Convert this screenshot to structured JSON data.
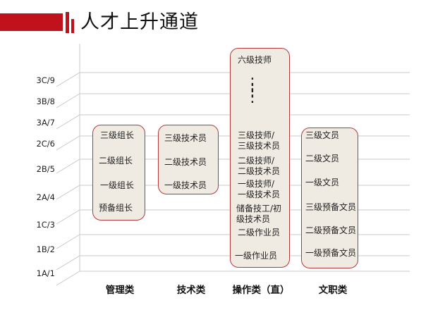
{
  "title": "人才上升通道",
  "levels": [
    "3C/9",
    "3B/8",
    "3A/7",
    "2C/6",
    "2B/5",
    "2A/4",
    "1C/3",
    "1B/2",
    "1A/1"
  ],
  "categories": [
    "管理类",
    "技术类",
    "操作类（直）",
    "文职类"
  ],
  "columns": {
    "management": [
      "三级组长",
      "二级组长",
      "一级组长",
      "预备组长"
    ],
    "technical": [
      "三级技术员",
      "二级技术员",
      "一级技术员"
    ],
    "operation": {
      "top": "六级技师",
      "ellipsis": "⋮",
      "items": [
        "三级技师/\n三级技术员",
        "二级技师/\n二级技术员",
        "一级技师/\n一级技术员",
        "储备技工/初\n级技术员",
        "二级作业员",
        "一级作业员"
      ]
    },
    "clerical": [
      "三级文员",
      "二级文员",
      "一级文员",
      "三级预备文员",
      "二级预备文员",
      "一级预备文员"
    ]
  },
  "colors": {
    "accent": "#c0121c",
    "box_fill": "#efebe2",
    "box_border": "#b33a3a",
    "grid": "#c8c8c8"
  }
}
